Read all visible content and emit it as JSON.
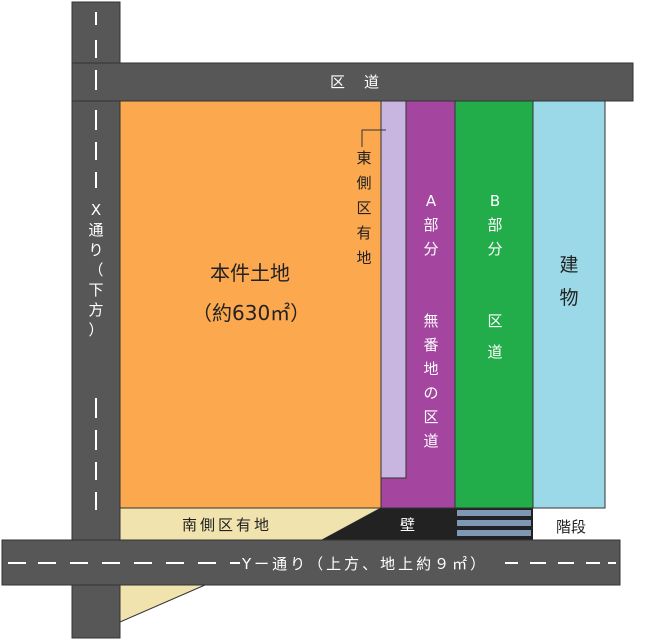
{
  "roads": {
    "ward_road_top": "区　道",
    "x_street": "X通り（下方）",
    "y_street": "Yー通り（上方、地上約９㎡）"
  },
  "lots": {
    "main_land": {
      "name": "本件土地",
      "area": "（約630㎡）"
    },
    "east_state_land": "東側区有地",
    "part_a": {
      "title": "A部分",
      "desc": "無番地の区道"
    },
    "part_b": {
      "title": "B部分",
      "desc": "区道"
    },
    "building": "建物",
    "south_state_land": "南側区有地",
    "wall": "壁",
    "stairs": "階段"
  },
  "colors": {
    "road": "#575757",
    "main_land": "#FBA84F",
    "east_state_land": "#C8B6E1",
    "part_a": "#A445A0",
    "part_b": "#22AD4A",
    "building": "#9CD9E8",
    "south_state_land": "#F0E3AE",
    "wall": "#222222",
    "stairs": "#7E97B5"
  }
}
